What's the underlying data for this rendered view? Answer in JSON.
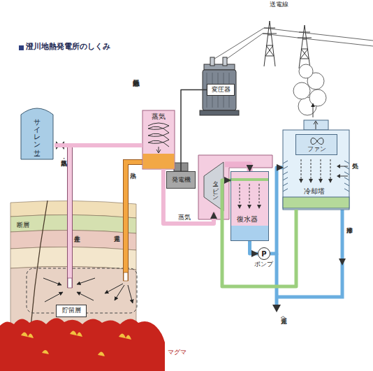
{
  "diagram": {
    "title": "澄川地熱発電所のしくみ",
    "nodes": [
      {
        "text": [
          "サイレンサー"
        ]
      },
      {
        "text": [
          "気水分離器",
          "蒸気"
        ]
      },
      {
        "text": [
          "変圧器"
        ]
      },
      {
        "text": [
          "発電機"
        ]
      },
      {
        "text": [
          "タービン"
        ]
      },
      {
        "text": [
          "復水器"
        ]
      },
      {
        "text": [
          "P",
          "ポンプ"
        ]
      },
      {
        "text": [
          "冷却塔"
        ]
      },
      {
        "text": [
          "ファン"
        ],
        "in": 7
      },
      {
        "text": [
          "貯留層"
        ]
      }
    ],
    "edges": [
      {
        "from": 0,
        "to": 1,
        "arrow": "none"
      },
      {
        "from": 1,
        "to": 4,
        "arrow": "to",
        "label": "蒸気"
      },
      {
        "from": 4,
        "to": 5,
        "arrow": "to"
      },
      {
        "from": 3,
        "to": 2,
        "arrow": "none"
      },
      {
        "from": 5,
        "to": 6,
        "arrow": "to"
      },
      {
        "from": 6,
        "to": 7,
        "arrow": "to"
      },
      {
        "from": 7,
        "to": 5,
        "arrow": "to"
      }
    ],
    "labels": [
      "送電線",
      "蒸気・熱水",
      "熱水",
      "外気",
      "冷却排水",
      "断層",
      "生産井",
      "還元井",
      "還元井へ",
      "マグマ"
    ]
  }
}
